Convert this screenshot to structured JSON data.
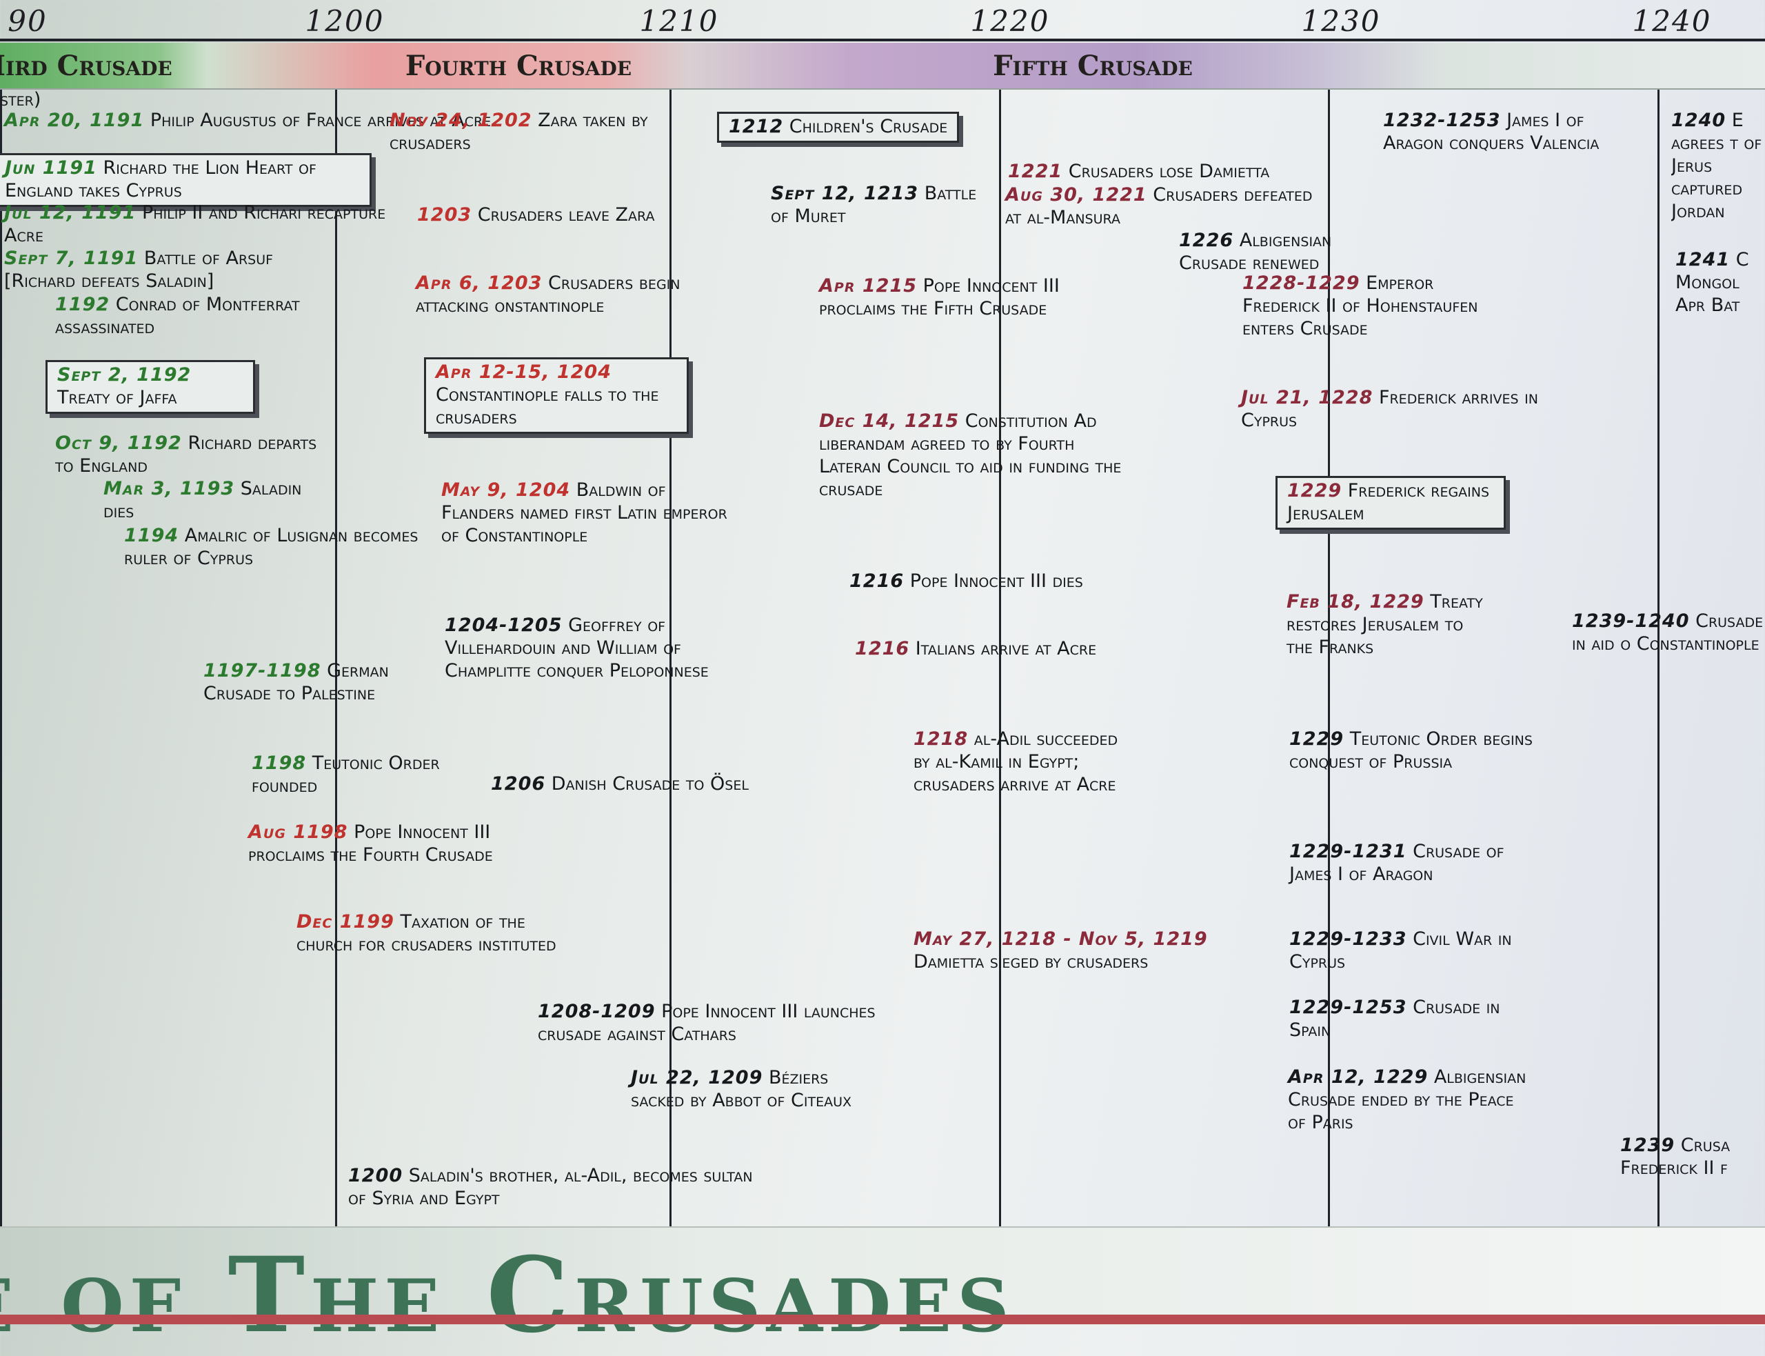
{
  "years": [
    "90",
    "1200",
    "1210",
    "1220",
    "1230",
    "1240"
  ],
  "eras": [
    {
      "name": "Hird Crusade",
      "color": "#5fae62"
    },
    {
      "name": "Fourth Crusade",
      "color": "#e8a0a0"
    },
    {
      "name": "Fifth Crusade",
      "color": "#b39dc7"
    }
  ],
  "footer_title": "e of The Crusades",
  "events": [
    {
      "date": "",
      "text": "ster)",
      "color": "green"
    },
    {
      "date": "Apr 20, 1191",
      "text": "Philip Augustus of France arrives at Acre",
      "color": "green"
    },
    {
      "date": "Jun 1191",
      "text": "Richard the Lion Heart of England takes Cyprus",
      "color": "green"
    },
    {
      "date": "Jul 12, 1191",
      "text": "Philip II and Richari recapture Acre",
      "color": "green"
    },
    {
      "date": "Sept 7, 1191",
      "text": "Battle of Arsuf [Richard defeats Saladin]",
      "color": "green"
    },
    {
      "date": "1192",
      "text": "Conrad of Montferrat assassinated",
      "color": "green"
    },
    {
      "date": "Sept 2, 1192",
      "text": "Treaty of Jaffa",
      "color": "green"
    },
    {
      "date": "Oct 9, 1192",
      "text": "Richard departs to England",
      "color": "green"
    },
    {
      "date": "Mar 3, 1193",
      "text": "Saladin dies",
      "color": "green"
    },
    {
      "date": "1194",
      "text": "Amalric of Lusignan becomes ruler of Cyprus",
      "color": "green"
    },
    {
      "date": "1197-1198",
      "text": "German Crusade to Palestine",
      "color": "green"
    },
    {
      "date": "1198",
      "text": "Teutonic Order founded",
      "color": "green"
    },
    {
      "date": "Aug 1198",
      "text": "Pope Innocent III proclaims the Fourth Crusade",
      "color": "red"
    },
    {
      "date": "Dec 1199",
      "text": "Taxation of the church for crusaders instituted",
      "color": "red"
    },
    {
      "date": "Nov 24, 1202",
      "text": "Zara taken by crusaders",
      "color": "red"
    },
    {
      "date": "1203",
      "text": "Crusaders leave Zara",
      "color": "red"
    },
    {
      "date": "Apr 6, 1203",
      "text": "Crusaders begin attacking onstantinople",
      "color": "red"
    },
    {
      "date": "Apr 12-15, 1204",
      "text": "Constantinople falls to the crusaders",
      "color": "red"
    },
    {
      "date": "May 9, 1204",
      "text": "Baldwin of Flanders named first Latin emperor of Constantinople",
      "color": "red"
    },
    {
      "date": "1204-1205",
      "text": "Geoffrey of Villehardouin and William of Champlitte conquer Peloponnese",
      "color": "black"
    },
    {
      "date": "1206",
      "text": "Danish Crusade to Ösel",
      "color": "black"
    },
    {
      "date": "1208-1209",
      "text": "Pope Innocent III launches crusade against Cathars",
      "color": "black"
    },
    {
      "date": "Jul 22, 1209",
      "text": "Béziers sacked by Abbot of Citeaux",
      "color": "black"
    },
    {
      "date": "1200",
      "text": "Saladin's brother, al-Adil, becomes sultan of Syria and Egypt",
      "color": "black"
    },
    {
      "date": "1212",
      "text": "Children's Crusade",
      "color": "black"
    },
    {
      "date": "Sept 12, 1213",
      "text": "Battle of Muret",
      "color": "black"
    },
    {
      "date": "Apr 1215",
      "text": "Pope Innocent III proclaims the Fifth Crusade",
      "color": "maroon"
    },
    {
      "date": "Dec 14, 1215",
      "text": "Constitution Ad liberandam agreed to by Fourth Lateran Council to aid in funding the crusade",
      "color": "maroon"
    },
    {
      "date": "1216",
      "text": "Pope Innocent III dies",
      "color": "black"
    },
    {
      "date": "1216",
      "text": "Italians arrive at Acre",
      "color": "maroon"
    },
    {
      "date": "1218",
      "text": "al-Adil succeeded by al-Kamil in Egypt; crusaders arrive at Acre",
      "color": "maroon"
    },
    {
      "date": "May 27, 1218 - Nov 5, 1219",
      "text": "Damietta sieged by crusaders",
      "color": "maroon"
    },
    {
      "date": "1221",
      "text": "Crusaders lose Damietta",
      "color": "maroon"
    },
    {
      "date": "Aug 30, 1221",
      "text": "Crusaders defeated at al-Mansura",
      "color": "maroon"
    },
    {
      "date": "1226",
      "text": "Albigensian Crusade renewed",
      "color": "black"
    },
    {
      "date": "1228-1229",
      "text": "Emperor Frederick II of Hohenstaufen enters Crusade",
      "color": "maroon"
    },
    {
      "date": "Jul 21, 1228",
      "text": "Frederick arrives in Cyprus",
      "color": "maroon"
    },
    {
      "date": "1229",
      "text": "Frederick regains Jerusalem",
      "color": "maroon"
    },
    {
      "date": "Feb 18, 1229",
      "text": "Treaty restores Jerusalem to the Franks",
      "color": "maroon"
    },
    {
      "date": "1229",
      "text": "Teutonic Order begins conquest of Prussia",
      "color": "black"
    },
    {
      "date": "1229-1231",
      "text": "Crusade of James I of Aragon",
      "color": "black"
    },
    {
      "date": "1229-1233",
      "text": "Civil War in Cyprus",
      "color": "black"
    },
    {
      "date": "1229-1253",
      "text": "Crusade in Spain",
      "color": "black"
    },
    {
      "date": "Apr 12, 1229",
      "text": "Albigensian Crusade ended by the Peace of Paris",
      "color": "black"
    },
    {
      "date": "1232-1253",
      "text": "James I of Aragon conquers Valencia",
      "color": "black"
    },
    {
      "date": "1239-1240",
      "text": "Crusade in aid o Constantinople",
      "color": "black"
    },
    {
      "date": "1239",
      "text": "Crusa Frederick II f",
      "color": "black"
    },
    {
      "date": "1240",
      "text": "E agrees t of Jerus captured Jordan",
      "color": "black"
    },
    {
      "date": "1241",
      "text": "C Mongol Apr Bat",
      "color": "black"
    }
  ]
}
